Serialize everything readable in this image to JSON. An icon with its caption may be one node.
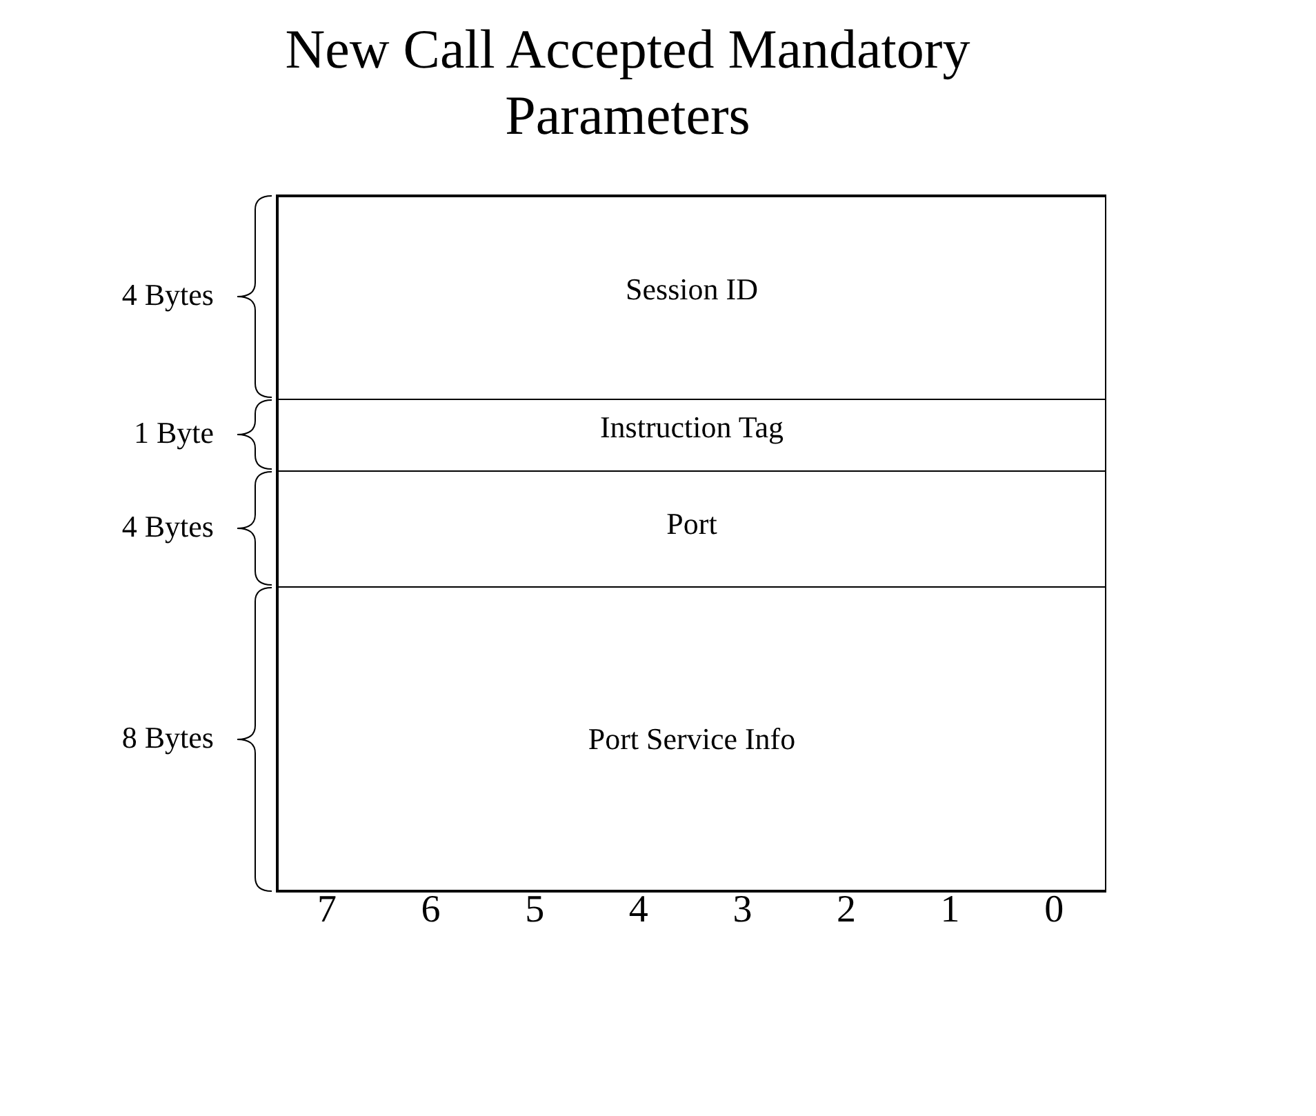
{
  "diagram": {
    "title": "New Call Accepted Mandatory Parameters",
    "nodes": [
      {
        "text": [
          "Session ID"
        ],
        "beside": [
          "4 Bytes"
        ]
      },
      {
        "text": [
          "Instruction Tag"
        ],
        "beside": [
          "1 Byte"
        ]
      },
      {
        "text": [
          "Port"
        ],
        "beside": [
          "4 Bytes"
        ]
      },
      {
        "text": [
          "Port Service Info"
        ],
        "beside": [
          "8 Bytes"
        ]
      }
    ],
    "edges": [],
    "labels": [
      "7",
      "6",
      "5",
      "4",
      "3",
      "2",
      "1",
      "0"
    ]
  }
}
